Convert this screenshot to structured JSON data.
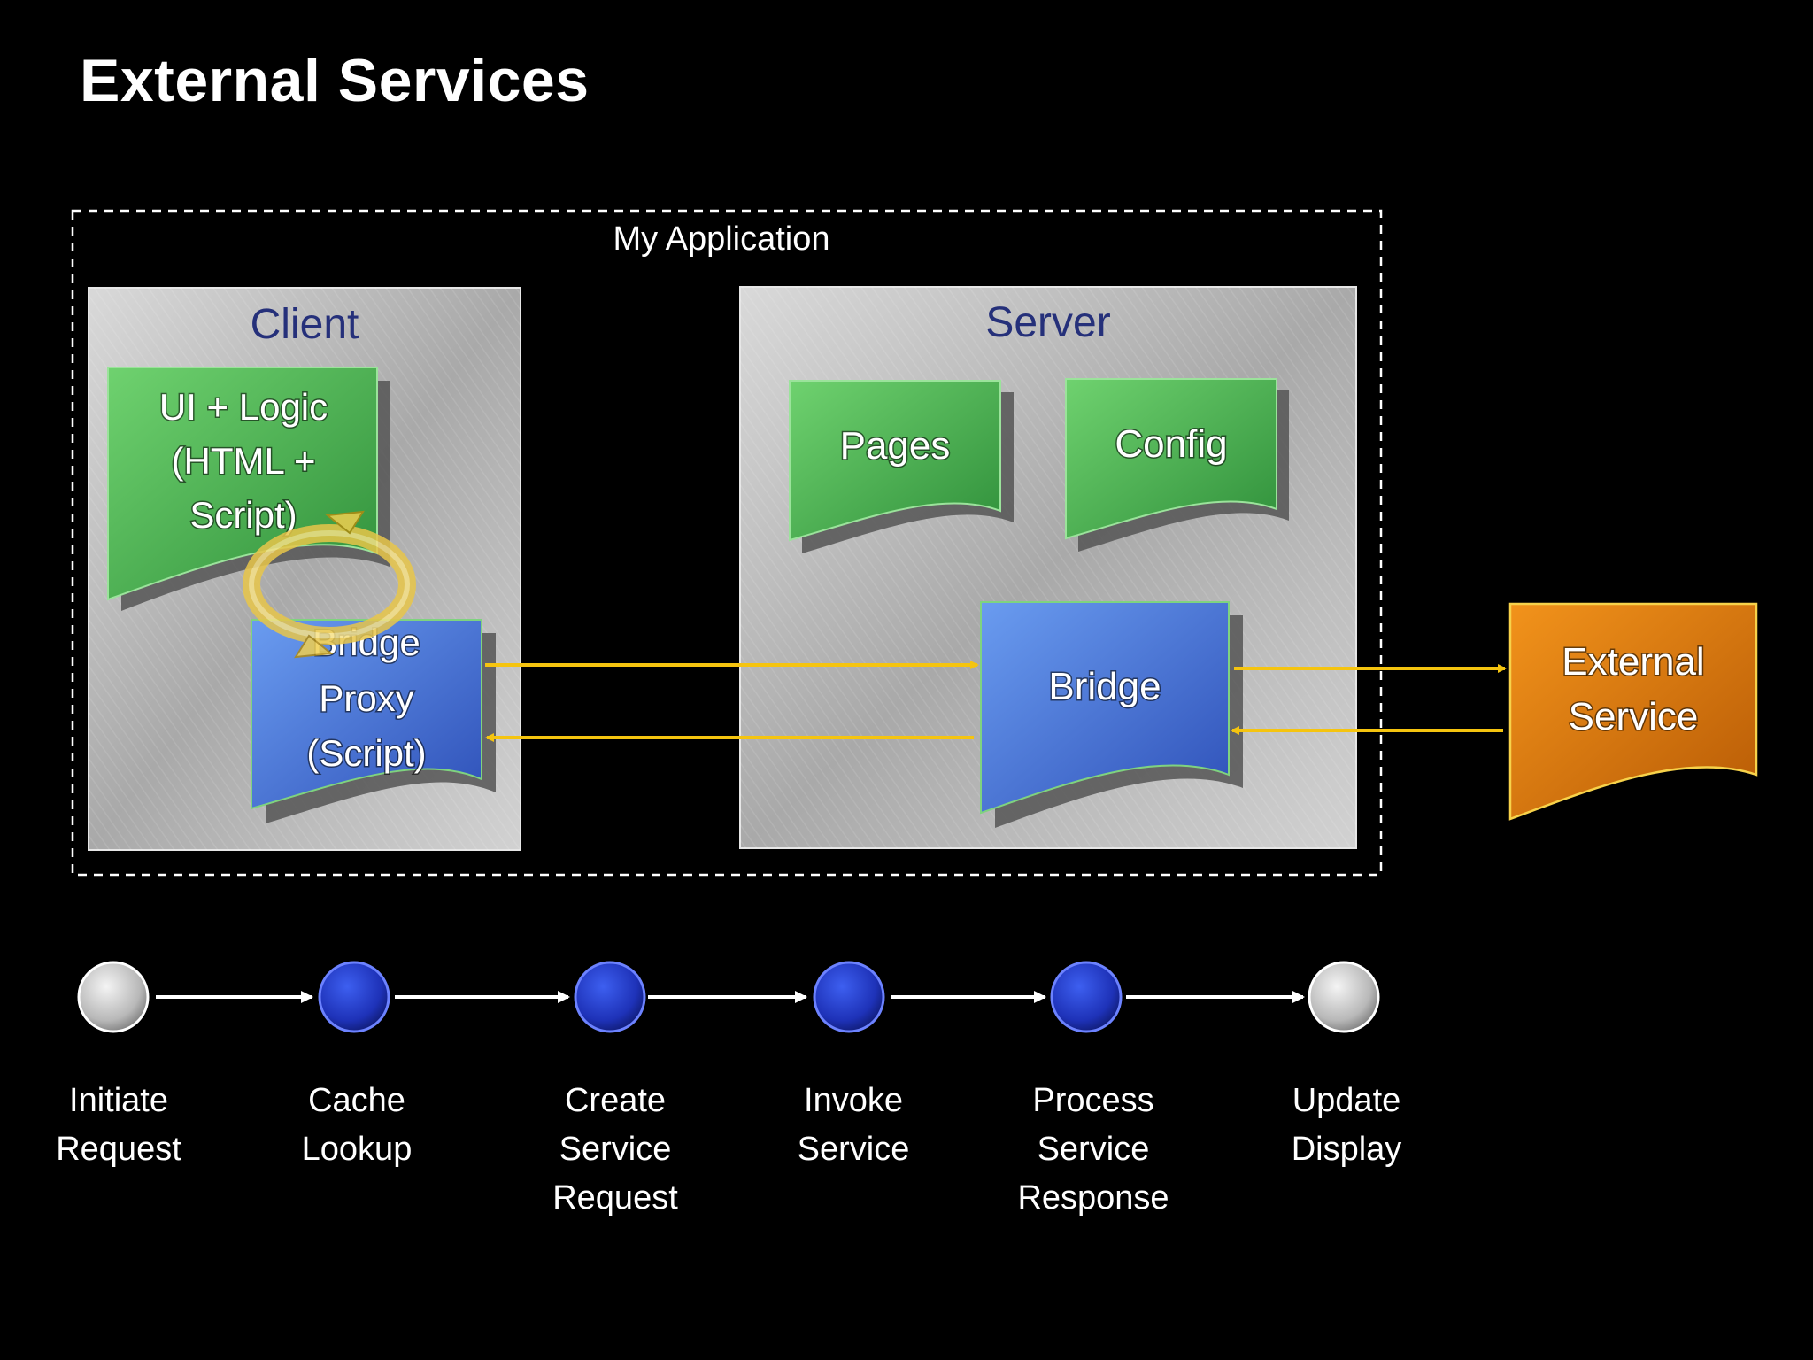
{
  "title": "External Services",
  "diagram": {
    "container_label": "My Application",
    "client": {
      "label": "Client",
      "ui_logic": [
        "UI + Logic",
        "(HTML +",
        "Script)"
      ],
      "bridge_proxy": [
        "Bridge",
        "Proxy",
        "(Script)"
      ]
    },
    "server": {
      "label": "Server",
      "pages": "Pages",
      "config": "Config",
      "bridge": "Bridge"
    },
    "external_service": [
      "External",
      "Service"
    ],
    "colors": {
      "background": "#000000",
      "panel": "#bdbdbd",
      "doc_green": "#4fb84f",
      "doc_blue": "#4f7fdd",
      "doc_orange": "#e47a10",
      "arrow_yellow": "#f5c40f",
      "heading_navy": "#25307a",
      "step_blue": "#2b43c8",
      "step_gray": "#c8c8c8"
    }
  },
  "steps": [
    {
      "label": "Initiate\nRequest",
      "style": "gray"
    },
    {
      "label": "Cache\nLookup",
      "style": "blue"
    },
    {
      "label": "Create\nService\nRequest",
      "style": "blue"
    },
    {
      "label": "Invoke\nService",
      "style": "blue"
    },
    {
      "label": "Process\nService\nResponse",
      "style": "blue"
    },
    {
      "label": "Update\nDisplay",
      "style": "gray"
    }
  ]
}
